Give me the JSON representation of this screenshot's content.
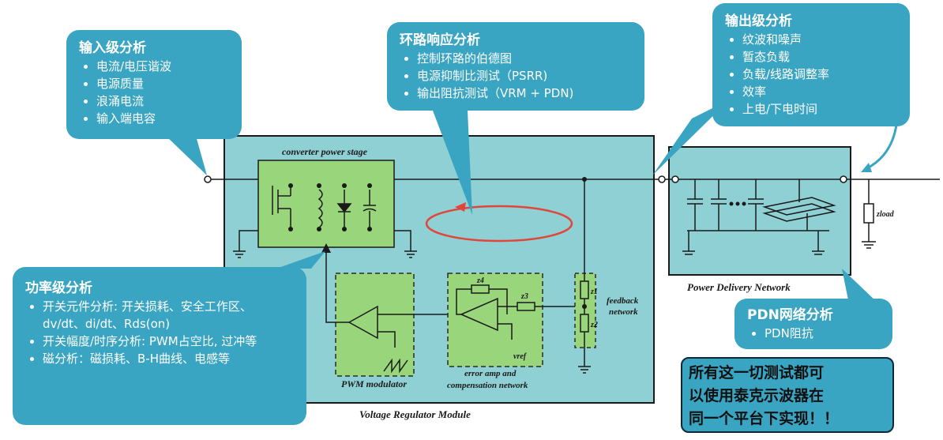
{
  "input_stage": {
    "title": "输入级分析",
    "items": [
      "电流/电压谐波",
      "电源质量",
      "浪涌电流",
      "输入端电容"
    ]
  },
  "loop_response": {
    "title": "环路响应分析",
    "items": [
      "控制环路的伯德图",
      "电源抑制比测试（PSRR)",
      "输出阻抗测试（VRM + PDN)"
    ]
  },
  "output_stage": {
    "title": "输出级分析",
    "items": [
      "纹波和噪声",
      "暂态负载",
      "负载/线路调整率",
      "效率",
      "上电/下电时间"
    ]
  },
  "power_stage": {
    "title": "功率级分析",
    "items": [
      "开关元件分析: 开关损耗、安全工作区、dv/dt、di/dt、Rds(on)",
      "开关幅度/时序分析: PWM占空比, 过冲等",
      "磁分析：磁损耗、B-H曲线、电感等"
    ]
  },
  "pdn_analysis": {
    "title": "PDN网络分析",
    "items": [
      "PDN阻抗"
    ]
  },
  "summary": {
    "lines": [
      "所有这一切测试都可",
      "以使用泰克示波器在",
      "同一个平台下实现！！"
    ]
  },
  "diagram": {
    "converter_power_stage": "converter power stage",
    "pwm_modulator": "PWM modulator",
    "error_amp_line1": "error amp and",
    "error_amp_line2": "compensation network",
    "feedback_line1": "feedback",
    "feedback_line2": "network",
    "vrm_label": "Voltage Regulator Module",
    "pdn_label": "Power Delivery Network",
    "z1": "z1",
    "z2": "z2",
    "z3": "z3",
    "z4": "z4",
    "vref": "vref",
    "zload": "zload"
  },
  "colors": {
    "callout_bg": "#3aa5c2",
    "module_bg": "#8fd0d4",
    "block_green": "#99d57a",
    "loop_arrow": "#e0473a"
  }
}
